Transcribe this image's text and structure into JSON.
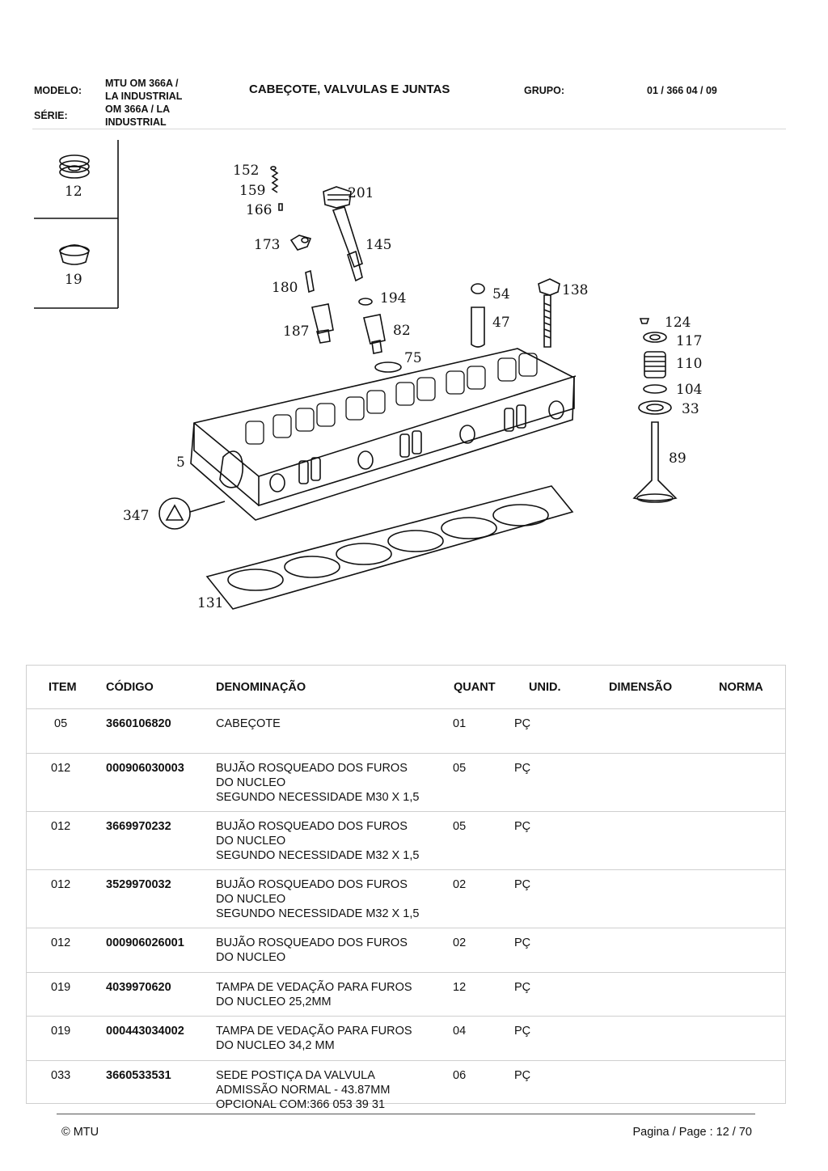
{
  "header": {
    "modelo_label": "MODELO:",
    "modelo_value_1": "MTU OM 366A /",
    "modelo_value_2": "LA INDUSTRIAL",
    "serie_label": "SÉRIE:",
    "serie_value_1": "OM 366A / LA",
    "serie_value_2": "INDUSTRIAL",
    "title": "CABEÇOTE, VALVULAS E JUNTAS",
    "grupo_label": "GRUPO:",
    "grupo_value": "01 / 366 04 / 09"
  },
  "diagram": {
    "callouts": [
      "12",
      "19",
      "152",
      "159",
      "166",
      "201",
      "173",
      "145",
      "180",
      "194",
      "187",
      "82",
      "75",
      "54",
      "47",
      "138",
      "124",
      "117",
      "110",
      "104",
      "33",
      "89",
      "5",
      "347",
      "131"
    ]
  },
  "table": {
    "headers": {
      "item": "ITEM",
      "codigo": "CÓDIGO",
      "denominacao": "DENOMINAÇÃO",
      "quant": "QUANT",
      "unid": "UNID.",
      "dimensao": "DIMENSÃO",
      "norma": "NORMA"
    },
    "rows": [
      {
        "item": "05",
        "codigo": "3660106820",
        "denom": [
          "CABEÇOTE"
        ],
        "quant": "01",
        "unid": "PÇ"
      },
      {
        "item": "012",
        "codigo": "000906030003",
        "denom": [
          "BUJÃO ROSQUEADO DOS FUROS",
          "DO NUCLEO",
          "SEGUNDO NECESSIDADE M30 X 1,5"
        ],
        "quant": "05",
        "unid": "PÇ"
      },
      {
        "item": "012",
        "codigo": "3669970232",
        "denom": [
          "BUJÃO ROSQUEADO DOS FUROS",
          "DO NUCLEO",
          "SEGUNDO NECESSIDADE M32 X 1,5"
        ],
        "quant": "05",
        "unid": "PÇ"
      },
      {
        "item": "012",
        "codigo": "3529970032",
        "denom": [
          "BUJÃO ROSQUEADO DOS FUROS",
          "DO NUCLEO",
          "SEGUNDO NECESSIDADE M32 X 1,5"
        ],
        "quant": "02",
        "unid": "PÇ"
      },
      {
        "item": "012",
        "codigo": "000906026001",
        "denom": [
          "BUJÃO ROSQUEADO DOS FUROS",
          "DO NUCLEO"
        ],
        "quant": "02",
        "unid": "PÇ"
      },
      {
        "item": "019",
        "codigo": "4039970620",
        "denom": [
          "TAMPA DE VEDAÇÃO PARA FUROS",
          "DO NUCLEO 25,2MM"
        ],
        "quant": "12",
        "unid": "PÇ"
      },
      {
        "item": "019",
        "codigo": "000443034002",
        "denom": [
          "TAMPA DE VEDAÇÃO PARA FUROS",
          "DO NUCLEO 34,2 MM"
        ],
        "quant": "04",
        "unid": "PÇ"
      },
      {
        "item": "033",
        "codigo": "3660533531",
        "denom": [
          "SEDE POSTIÇA DA VALVULA",
          "ADMISSÃO NORMAL - 43.87MM",
          "OPCIONAL COM:366 053 39 31"
        ],
        "quant": "06",
        "unid": "PÇ"
      }
    ]
  },
  "footer": {
    "copyright": "© MTU",
    "page": "Pagina / Page : 12 / 70"
  }
}
